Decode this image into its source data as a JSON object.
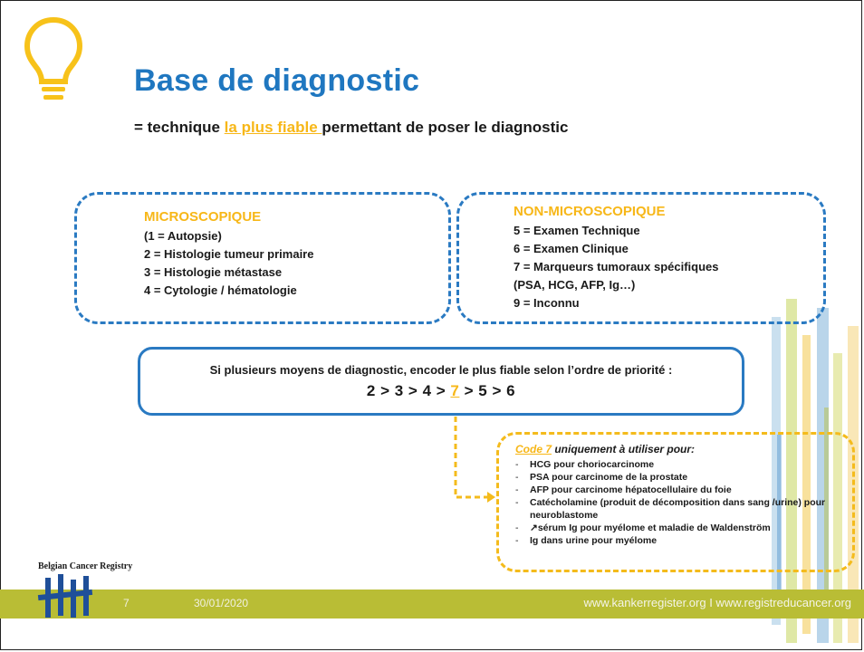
{
  "title": "Base de diagnostic",
  "subtitle": {
    "prefix": "= technique ",
    "highlight": "la plus fiable ",
    "suffix": "permettant de poser le diagnostic"
  },
  "microscopic": {
    "heading": "MICROSCOPIQUE",
    "items": [
      "(1 = Autopsie)",
      "2 = Histologie tumeur primaire",
      "3 = Histologie métastase",
      "4 = Cytologie / hématologie"
    ]
  },
  "non_microscopic": {
    "heading": "NON-MICROSCOPIQUE",
    "items": [
      "5 = Examen Technique",
      "6 = Examen Clinique",
      "7 = Marqueurs tumoraux spécifiques",
      "(PSA, HCG, AFP, Ig…)",
      "9 = Inconnu"
    ]
  },
  "priority": {
    "text": "Si plusieurs moyens de diagnostic, encoder le plus fiable selon l’ordre de priorité :",
    "order_before": "2 > 3 > 4 > ",
    "order_highlight": "7",
    "order_after": " > 5 > 6"
  },
  "code7": {
    "link": "Code 7",
    "heading_rest": "  uniquement à utiliser pour",
    "colon": ":",
    "items": [
      "HCG pour choriocarcinome",
      "PSA pour carcinome de la prostate",
      "AFP pour carcinome hépatocellulaire du foie",
      "Catécholamine (produit de décomposition dans sang /urine) pour neuroblastome",
      "sérum Ig pour myélome et maladie de  Waldenström",
      "Ig dans urine pour myélome"
    ],
    "arrow_glyph": "↗"
  },
  "footer": {
    "brand": "Belgian Cancer Registry",
    "page_number": "7",
    "date": "30/01/2020",
    "urls": "www.kankerregister.org  I  www.registreducancer.org"
  },
  "colors": {
    "blue": "#2a7ac2",
    "title_blue": "#1f77c0",
    "yellow": "#f7b718",
    "footer_green": "#b9bd35"
  },
  "icons": [
    "lightbulb-icon",
    "arrow-up-icon",
    "logo-icon"
  ]
}
